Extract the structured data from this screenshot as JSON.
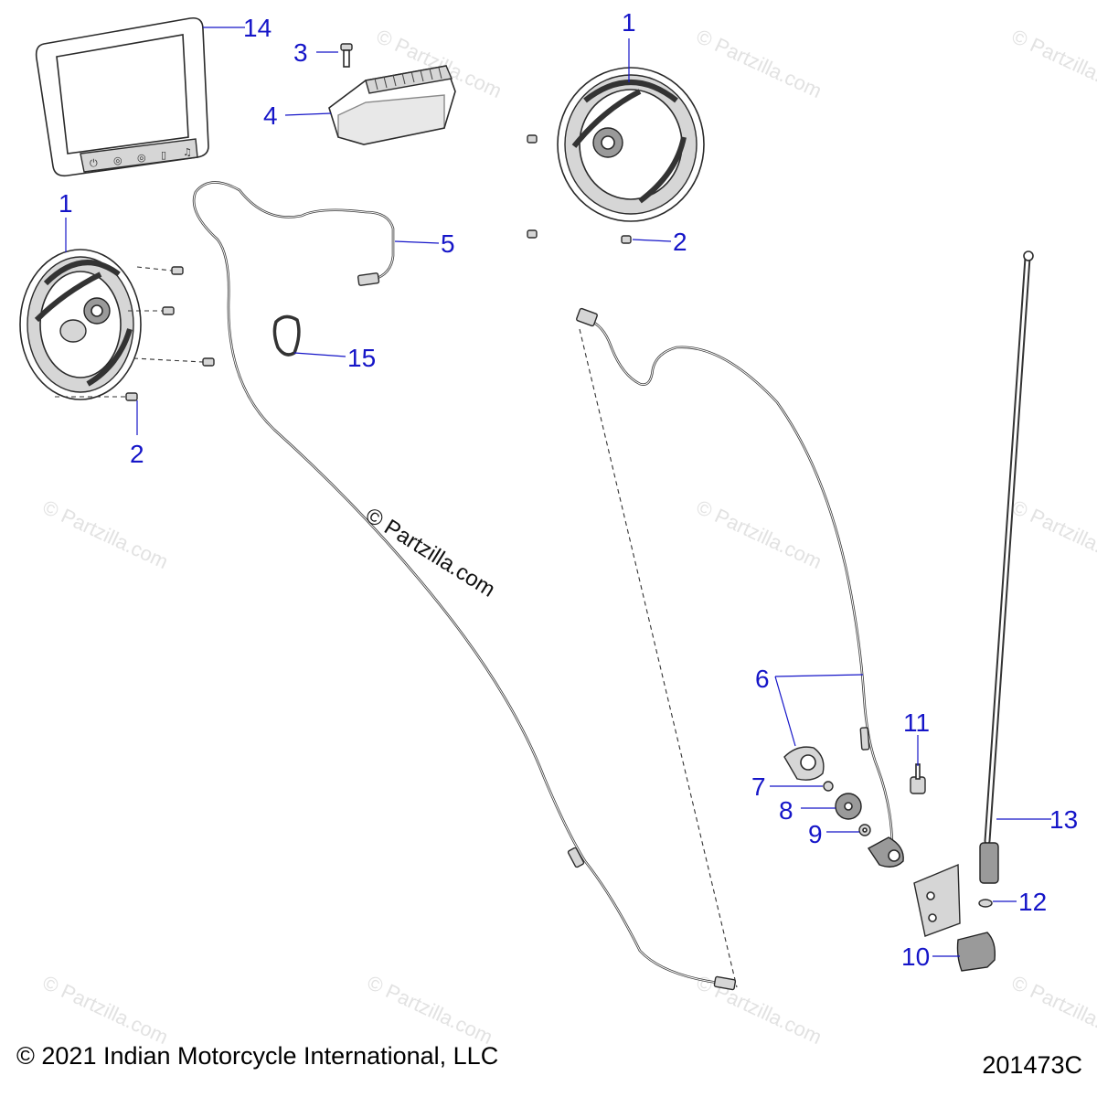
{
  "watermark": {
    "repeat_text": "© Partzilla.com",
    "center_text": "© Partzilla.com"
  },
  "callouts": {
    "c1a": "1",
    "c1b": "1",
    "c2a": "2",
    "c2b": "2",
    "c3": "3",
    "c4": "4",
    "c5": "5",
    "c6": "6",
    "c7": "7",
    "c8": "8",
    "c9": "9",
    "c10": "10",
    "c11": "11",
    "c12": "12",
    "c13": "13",
    "c14": "14",
    "c15": "15"
  },
  "display_buttons": [
    "⏻",
    "◎",
    "◎",
    "▯",
    "♫"
  ],
  "footer": {
    "copyright": "© 2021 Indian Motorcycle International, LLC",
    "diagram_id": "201473C"
  },
  "colors": {
    "callout": "#1515c8",
    "line_art": "#2a2a2a",
    "watermark": "#e2e2e2"
  }
}
